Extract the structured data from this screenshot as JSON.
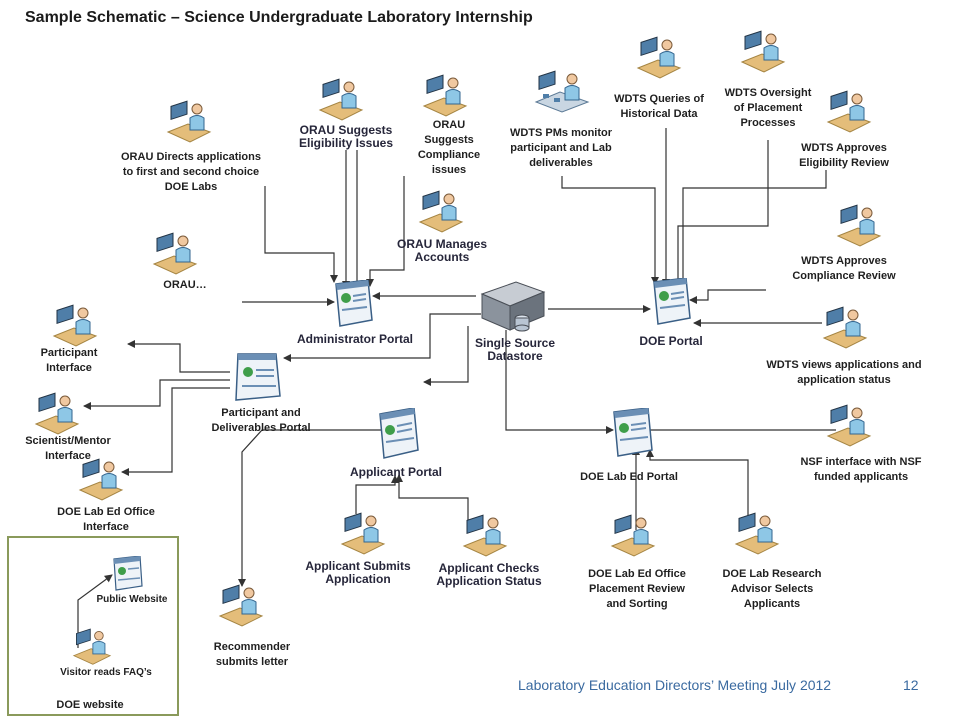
{
  "title": "Sample Schematic – Science Undergraduate Laboratory Internship",
  "footer": {
    "text": "Laboratory  Education Directors’ Meeting July 2012",
    "page": "12"
  },
  "colors": {
    "line": "#333333",
    "box_border": "#8a9a5b",
    "footer_text": "#3a6aa0"
  },
  "portals": {
    "administrator": "Administrator Portal",
    "participant": "Participant and Deliverables Portal",
    "applicant": "Applicant Portal",
    "doe": "DOE Portal",
    "doe_lab_ed": "DOE Lab Ed Portal",
    "datastore": "Single Source Datastore"
  },
  "actors": {
    "orau_directs": "ORAU Directs applications to first and second choice DOE Labs",
    "orau_suggests_eligibility": "ORAU Suggests Eligibility Issues",
    "orau_suggests_compliance": "ORAU Suggests Compliance issues",
    "orau_manages": "ORAU Manages Accounts",
    "orau": "ORAU…",
    "wdts_pms": "WDTS PMs monitor participant and Lab deliverables",
    "wdts_queries": "WDTS Queries of Historical Data",
    "wdts_oversight": "WDTS Oversight of Placement Processes",
    "wdts_eligibility": "WDTS Approves Eligibility Review",
    "wdts_compliance": "WDTS Approves Compliance Review",
    "wdts_views": "WDTS views applications and application status",
    "nsf": "NSF interface with NSF funded applicants",
    "participant_interface": "Participant Interface",
    "scientist_interface": "Scientist/Mentor Interface",
    "lab_office_interface": "DOE Lab Ed Office Interface",
    "applicant_submits": "Applicant Submits Application",
    "applicant_checks": "Applicant Checks Application Status",
    "recommender": "Recommender submits letter",
    "lab_placement": "DOE Lab Ed Office Placement Review and Sorting",
    "lab_research": "DOE Lab Research Advisor Selects Applicants"
  },
  "website": {
    "public_site": "Public Website",
    "visitor": "Visitor reads FAQ’s",
    "caption": "DOE website"
  },
  "icons": {
    "actor": "person-at-computer-icon",
    "portal": "web-page-icon",
    "datastore": "server-database-icon"
  }
}
